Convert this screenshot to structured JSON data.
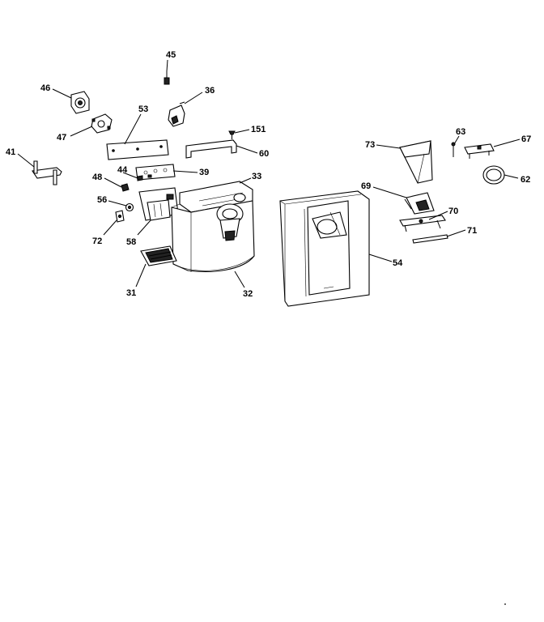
{
  "diagram": {
    "callouts": {
      "c31": "31",
      "c32": "32",
      "c33": "33",
      "c36": "36",
      "c39": "39",
      "c41": "41",
      "c44": "44",
      "c45": "45",
      "c46": "46",
      "c47": "47",
      "c48": "48",
      "c53": "53",
      "c54": "54",
      "c56": "56",
      "c58": "58",
      "c60": "60",
      "c62": "62",
      "c63": "63",
      "c67": "67",
      "c69": "69",
      "c70": "70",
      "c71": "71",
      "c72": "72",
      "c73": "73",
      "c151": "151"
    }
  }
}
